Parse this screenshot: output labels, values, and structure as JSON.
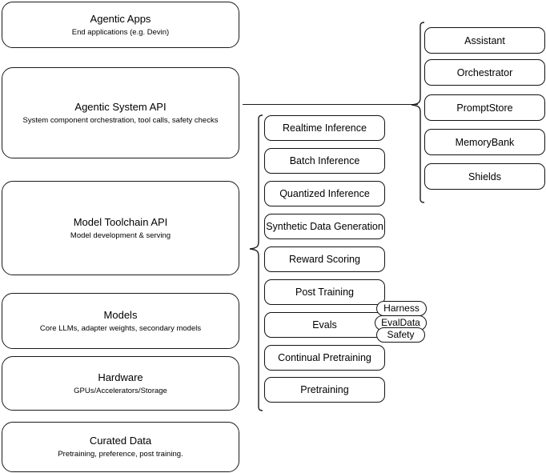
{
  "diagram": {
    "title": "AI Stack Layered Architecture Diagram",
    "stroke_color": "#1c1c1c",
    "background_color": "#ffffff"
  },
  "layers": [
    {
      "id": "agentic-apps",
      "title": "Agentic Apps",
      "subtitle": "End applications (e.g. Devin)"
    },
    {
      "id": "agentic-system-api",
      "title": "Agentic System API",
      "subtitle": "System component orchestration, tool calls, safety checks"
    },
    {
      "id": "model-toolchain-api",
      "title": "Model Toolchain API",
      "subtitle": "Model development & serving"
    },
    {
      "id": "models",
      "title": "Models",
      "subtitle": "Core LLMs, adapter weights, secondary models"
    },
    {
      "id": "hardware",
      "title": "Hardware",
      "subtitle": "GPUs/Accelerators/Storage"
    },
    {
      "id": "curated-data",
      "title": "Curated Data",
      "subtitle": "Pretraining, preference, post training."
    }
  ],
  "toolchain_capabilities": [
    {
      "id": "realtime-inference",
      "label": "Realtime Inference"
    },
    {
      "id": "batch-inference",
      "label": "Batch Inference"
    },
    {
      "id": "quantized-inference",
      "label": "Quantized Inference"
    },
    {
      "id": "synthetic-data-generation",
      "label": "Synthetic Data Generation"
    },
    {
      "id": "reward-scoring",
      "label": "Reward Scoring"
    },
    {
      "id": "post-training",
      "label": "Post Training"
    },
    {
      "id": "evals",
      "label": "Evals"
    },
    {
      "id": "continual-pretraining",
      "label": "Continual Pretraining"
    },
    {
      "id": "pretraining",
      "label": "Pretraining"
    }
  ],
  "evals_subitems": [
    {
      "id": "harness",
      "label": "Harness"
    },
    {
      "id": "evaldata",
      "label": "EvalData"
    },
    {
      "id": "safety",
      "label": "Safety"
    }
  ],
  "agentic_system_components": [
    {
      "id": "assistant",
      "label": "Assistant"
    },
    {
      "id": "orchestrator",
      "label": "Orchestrator"
    },
    {
      "id": "promptstore",
      "label": "PromptStore"
    },
    {
      "id": "memorybank",
      "label": "MemoryBank"
    },
    {
      "id": "shields",
      "label": "Shields"
    }
  ]
}
